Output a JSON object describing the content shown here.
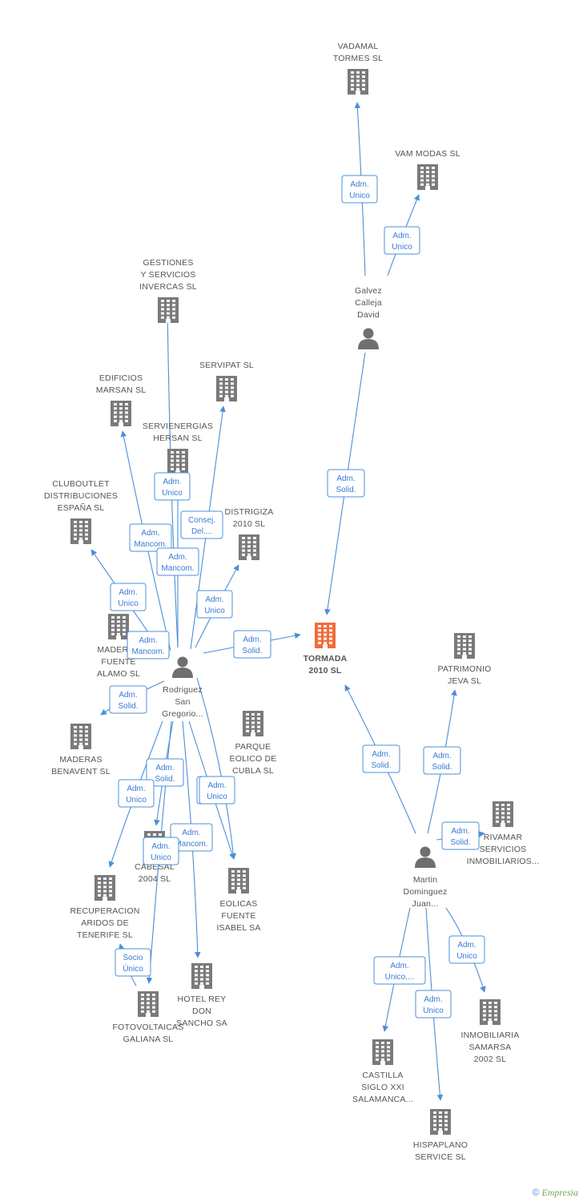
{
  "colors": {
    "edge": "#4a8fd8",
    "building": "#7a7a7a",
    "building_main": "#f26b3a",
    "person": "#6f6f6f",
    "label": "#555555"
  },
  "nodes": {
    "tormada": {
      "type": "company",
      "main": true,
      "lines": [
        "TORMADA",
        "2010 SL"
      ]
    },
    "galvez": {
      "type": "person",
      "lines": [
        "Galvez",
        "Calleja",
        "David"
      ]
    },
    "rodriguez": {
      "type": "person",
      "lines": [
        "Rodriguez",
        "San",
        "Gregorio..."
      ]
    },
    "martin": {
      "type": "person",
      "lines": [
        "Martin",
        "Dominguez",
        "Juan..."
      ]
    },
    "vadamal": {
      "type": "company",
      "lines": [
        "VADAMAL",
        "TORMES SL"
      ]
    },
    "vam_modas": {
      "type": "company",
      "lines": [
        "VAM MODAS SL"
      ]
    },
    "gestiones": {
      "type": "company",
      "lines": [
        "GESTIONES",
        "Y SERVICIOS",
        "INVERCAS  SL"
      ]
    },
    "servipat": {
      "type": "company",
      "lines": [
        "SERVIPAT SL"
      ]
    },
    "edificios": {
      "type": "company",
      "lines": [
        "EDIFICIOS",
        "MARSAN SL"
      ]
    },
    "servienergias": {
      "type": "company",
      "lines": [
        "SERVIENERGIAS",
        "HERSAN SL"
      ]
    },
    "cluboutlet": {
      "type": "company",
      "lines": [
        "CLUBOUTLET",
        "DISTRIBUCIONES",
        "ESPAÑA SL"
      ]
    },
    "distrigiza": {
      "type": "company",
      "lines": [
        "DISTRIGIZA",
        "2010 SL"
      ]
    },
    "maderas_fuente": {
      "type": "company",
      "lines": [
        "MADERAS",
        "FUENTE",
        "ALAMO SL"
      ]
    },
    "maderas_benavent": {
      "type": "company",
      "lines": [
        "MADERAS",
        "BENAVENT SL"
      ]
    },
    "parque_eolico": {
      "type": "company",
      "lines": [
        "PARQUE",
        "EOLICO DE",
        "CUBLA SL"
      ]
    },
    "cabesal": {
      "type": "company",
      "lines": [
        "CABESAL",
        "2004 SL"
      ]
    },
    "recuperacion": {
      "type": "company",
      "lines": [
        "RECUPERACION",
        "ARIDOS DE",
        "TENERIFE SL"
      ]
    },
    "eolicas": {
      "type": "company",
      "lines": [
        "EOLICAS",
        "FUENTE",
        "ISABEL SA"
      ]
    },
    "hotel_rey": {
      "type": "company",
      "lines": [
        "HOTEL REY",
        "DON",
        "SANCHO SA"
      ]
    },
    "fotovoltaicas": {
      "type": "company",
      "lines": [
        "FOTOVOLTAICAS",
        "GALIANA SL"
      ]
    },
    "patrimonio": {
      "type": "company",
      "lines": [
        "PATRIMONIO",
        "JEVA SL"
      ]
    },
    "rivamar": {
      "type": "company",
      "lines": [
        "RIVAMAR",
        "SERVICIOS",
        "INMOBILIARIOS..."
      ]
    },
    "inmobiliaria": {
      "type": "company",
      "lines": [
        "INMOBILIARIA",
        "SAMARSA",
        "2002 SL"
      ]
    },
    "castilla": {
      "type": "company",
      "lines": [
        "CASTILLA",
        "SIGLO XXI",
        "SALAMANCA..."
      ]
    },
    "hispaplano": {
      "type": "company",
      "lines": [
        "HISPAPLANO",
        "SERVICE  SL"
      ]
    }
  },
  "edges": [
    {
      "from": "galvez",
      "to": "vadamal",
      "label": [
        "Adm.",
        "Unico"
      ]
    },
    {
      "from": "galvez",
      "to": "vam_modas",
      "label": [
        "Adm.",
        "Unico"
      ]
    },
    {
      "from": "galvez",
      "to": "tormada",
      "label": [
        "Adm.",
        "Solid."
      ]
    },
    {
      "from": "rodriguez",
      "to": "tormada",
      "label": [
        "Adm.",
        "Solid."
      ]
    },
    {
      "from": "martin",
      "to": "tormada",
      "label": [
        "Adm.",
        "Solid."
      ]
    },
    {
      "from": "rodriguez",
      "to": "gestiones",
      "label": [
        "Adm.",
        "Unico"
      ]
    },
    {
      "from": "rodriguez",
      "to": "servipat",
      "label": [
        "Consej.",
        "Del...."
      ]
    },
    {
      "from": "rodriguez",
      "to": "edificios",
      "label": [
        "Adm.",
        "Mancom."
      ]
    },
    {
      "from": "rodriguez",
      "to": "servienergias",
      "label": [
        "Adm.",
        "Mancom."
      ]
    },
    {
      "from": "rodriguez",
      "to": "cluboutlet",
      "label": [
        "Adm.",
        "Unico"
      ]
    },
    {
      "from": "rodriguez",
      "to": "distrigiza",
      "label": [
        "Adm.",
        "Unico"
      ]
    },
    {
      "from": "rodriguez",
      "to": "maderas_fuente",
      "label": [
        "Adm.",
        "Mancom."
      ]
    },
    {
      "from": "rodriguez",
      "to": "maderas_benavent",
      "label": [
        "Adm.",
        "Solid."
      ]
    },
    {
      "from": "rodriguez",
      "to": "parque_eolico",
      "label": [
        "Adm.",
        "Unico"
      ]
    },
    {
      "from": "rodriguez",
      "to": "cabesal",
      "label": [
        "Adm.",
        "Solid."
      ]
    },
    {
      "from": "rodriguez",
      "to": "recuperacion",
      "label": [
        "Adm.",
        "Unico"
      ]
    },
    {
      "from": "rodriguez",
      "to": "eolicas",
      "label": [
        "Adm.",
        "Unico"
      ]
    },
    {
      "from": "rodriguez",
      "to": "hotel_rey",
      "label": [
        "Adm.",
        "Mancom."
      ]
    },
    {
      "from": "rodriguez",
      "to": "fotovoltaicas",
      "label": [
        "Adm.",
        "Unico"
      ]
    },
    {
      "from": "fotovoltaicas",
      "to": "recuperacion",
      "label": [
        "Socio",
        "Único"
      ]
    },
    {
      "from": "martin",
      "to": "patrimonio",
      "label": [
        "Adm.",
        "Solid."
      ]
    },
    {
      "from": "martin",
      "to": "rivamar",
      "label": [
        "Adm.",
        "Solid."
      ]
    },
    {
      "from": "martin",
      "to": "inmobiliaria",
      "label": [
        "Adm.",
        "Unico"
      ]
    },
    {
      "from": "martin",
      "to": "castilla",
      "label": [
        "Adm.",
        "Unico,..."
      ]
    },
    {
      "from": "martin",
      "to": "hispaplano",
      "label": [
        "Adm.",
        "Unico"
      ]
    }
  ],
  "footer": {
    "copyright": "©",
    "brand": "Empresia"
  }
}
